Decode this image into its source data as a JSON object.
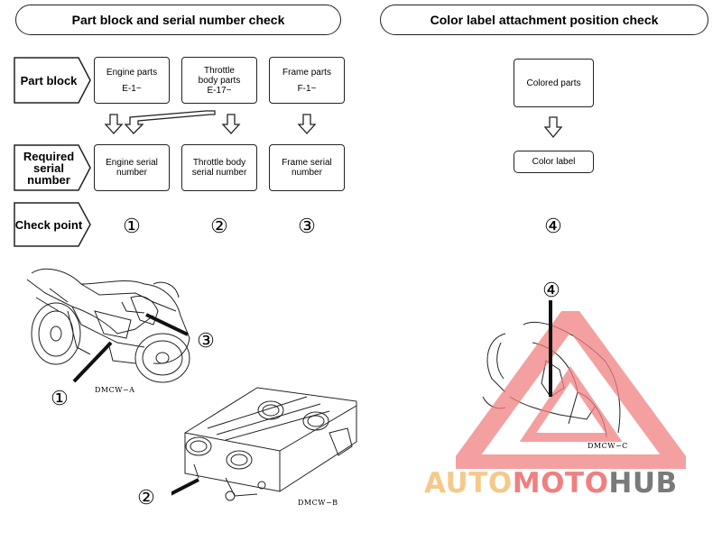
{
  "left_title": "Part block and serial number check",
  "right_title": "Color label attachment position check",
  "row_heads": {
    "part_block": "Part block",
    "required_serial": "Required serial number",
    "check_point": "Check point"
  },
  "part_blocks": [
    {
      "name": "Engine parts",
      "code": "E-1~"
    },
    {
      "name": "Throttle body parts",
      "code": "E-17~"
    },
    {
      "name": "Frame parts",
      "code": "F-1~"
    }
  ],
  "serial_numbers": [
    "Engine serial number",
    "Throttle body serial number",
    "Frame serial number"
  ],
  "check_points": [
    "①",
    "②",
    "③"
  ],
  "color_flow": {
    "top": "Colored parts",
    "bottom": "Color label",
    "check_point": "④"
  },
  "figure_labels": {
    "moto_p1": "①",
    "moto_p3": "③",
    "throttle_p2": "②",
    "rear_p4": "④",
    "caption_a": "DMCW−A",
    "caption_b": "DMCW−B",
    "caption_c": "DMCW−C"
  },
  "watermark": {
    "part1": "AUTO",
    "part2": "MOTO",
    "part3": "HUB"
  },
  "colors": {
    "watermark_orange": "#f5c98a",
    "watermark_red": "#f08080",
    "watermark_gray": "#7a7a7a",
    "outline": "#222222"
  }
}
